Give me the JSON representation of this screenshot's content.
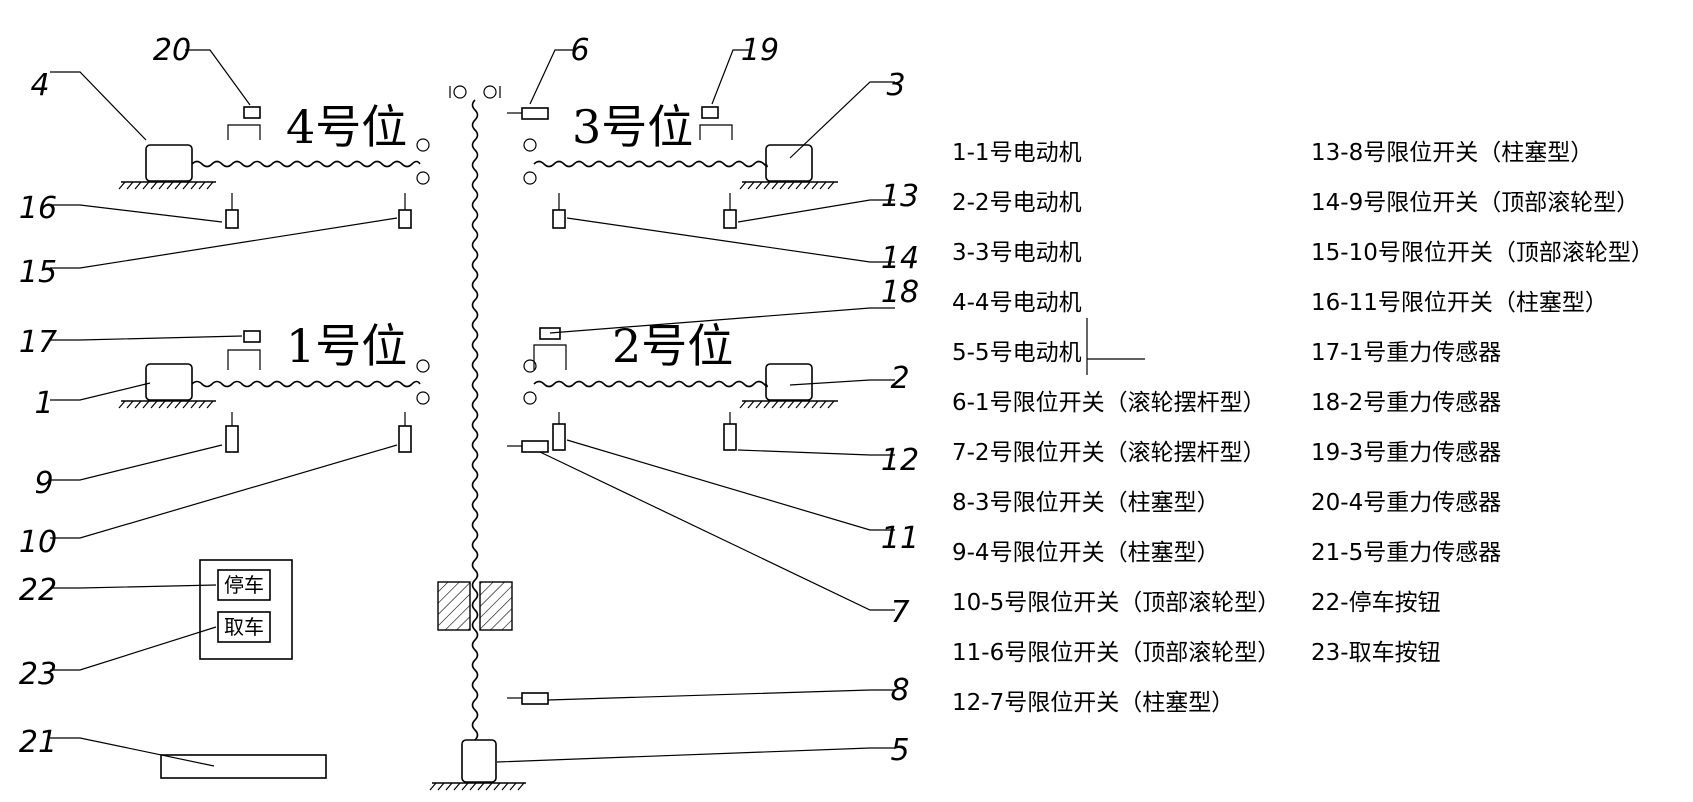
{
  "positions": {
    "p1": "1号位",
    "p2": "2号位",
    "p3": "3号位",
    "p4": "4号位"
  },
  "buttons": {
    "park": "停车",
    "retrieve": "取车"
  },
  "callouts": {
    "c1": "1",
    "c2": "2",
    "c3": "3",
    "c4": "4",
    "c5": "5",
    "c6": "6",
    "c7": "7",
    "c8": "8",
    "c9": "9",
    "c10": "10",
    "c11": "11",
    "c12": "12",
    "c13": "13",
    "c14": "14",
    "c15": "15",
    "c16": "16",
    "c17": "17",
    "c18": "18",
    "c19": "19",
    "c20": "20",
    "c21": "21",
    "c22": "22",
    "c23": "23"
  },
  "legend_left": [
    "1-1号电动机",
    "2-2号电动机",
    "3-3号电动机",
    "4-4号电动机",
    "5-5号电动机",
    "6-1号限位开关（滚轮摆杆型）",
    "7-2号限位开关（滚轮摆杆型）",
    "8-3号限位开关（柱塞型）",
    "9-4号限位开关（柱塞型）",
    "10-5号限位开关（顶部滚轮型）",
    "11-6号限位开关（顶部滚轮型）",
    "12-7号限位开关（柱塞型）"
  ],
  "legend_right": [
    "13-8号限位开关（柱塞型）",
    "14-9号限位开关（顶部滚轮型）",
    "15-10号限位开关（顶部滚轮型）",
    "16-11号限位开关（柱塞型）",
    "17-1号重力传感器",
    "18-2号重力传感器",
    "19-3号重力传感器",
    "20-4号重力传感器",
    "21-5号重力传感器",
    "22-停车按钮",
    "23-取车按钮"
  ]
}
